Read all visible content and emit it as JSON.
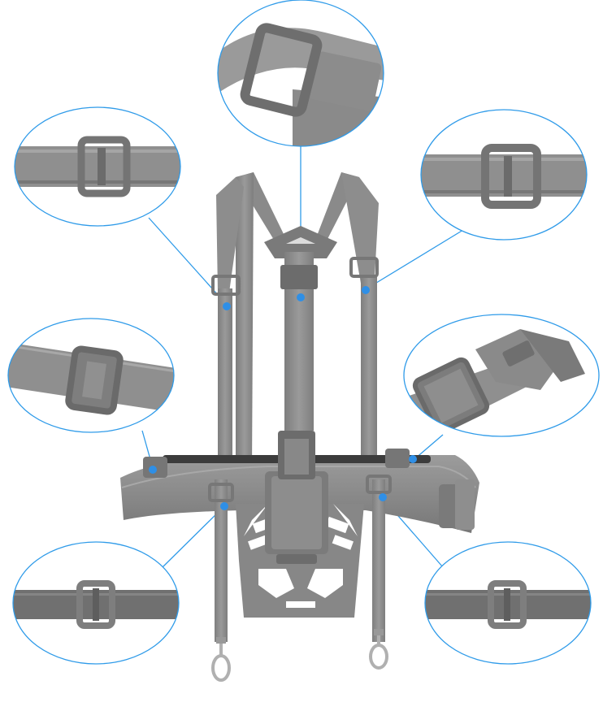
{
  "scene": {
    "subject": "harness-with-callouts",
    "background_color": "#ffffff",
    "callout_line_color": "#2f9be9",
    "marker_color": "#2f8fe6",
    "strap_color": "#8f8f8f",
    "strap_dark_color": "#6f6f6f",
    "plate_color": "#868686",
    "metal_color": "#b8b8b8"
  },
  "details": [
    {
      "name": "detail-top-center",
      "shows": "slider-buckle-with-plate"
    },
    {
      "name": "detail-upper-left",
      "shows": "slider-buckle-on-strap"
    },
    {
      "name": "detail-upper-right",
      "shows": "slider-buckle-on-strap"
    },
    {
      "name": "detail-middle-left",
      "shows": "slider-buckle-close-up"
    },
    {
      "name": "detail-middle-right",
      "shows": "side-release-buckle"
    },
    {
      "name": "detail-lower-left",
      "shows": "slider-buckle-on-strap"
    },
    {
      "name": "detail-lower-right",
      "shows": "slider-buckle-on-strap"
    }
  ]
}
